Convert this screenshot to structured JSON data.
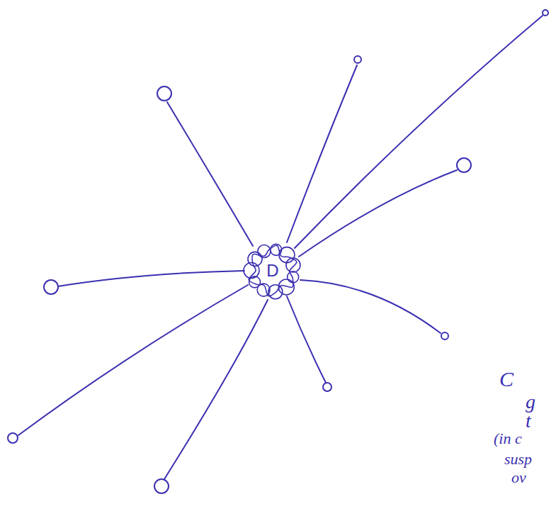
{
  "diagram": {
    "nodes": [
      {
        "text": [
          "D"
        ]
      }
    ],
    "labels": [
      "C",
      "g",
      "t",
      "(in c",
      "susp",
      "ov"
    ]
  }
}
